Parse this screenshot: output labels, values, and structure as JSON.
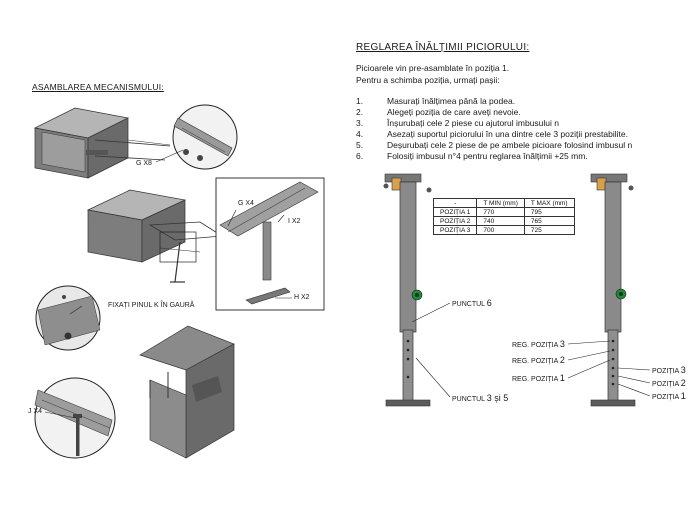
{
  "left": {
    "title": "ASAMBLAREA MECANISMULUI:",
    "callouts": {
      "g_x8": "G X8",
      "g_x4": "G X4",
      "i_x2": "I X2",
      "h_x2": "H X2",
      "pin": "FIXAȚI PINUL K ÎN GAURĂ",
      "j_x4": "J X4"
    }
  },
  "right": {
    "title": "REGLAREA ÎNĂLȚIMII PICIORULUI:",
    "intro": [
      "Picioarele vin pre-asamblate în poziția 1.",
      "Pentru a schimba poziția, urmați pașii:"
    ],
    "steps": [
      {
        "num": "1.",
        "text": "Masurați înălțimea până la podea."
      },
      {
        "num": "2.",
        "text": "Alegeți poziția de care aveți nevoie."
      },
      {
        "num": "3.",
        "text": "Înșurubați cele 2 piese cu ajutorul imbusului n"
      },
      {
        "num": "4.",
        "text": "Asezați suportul piciorului în una dintre cele 3 poziții prestabilite."
      },
      {
        "num": "5.",
        "text": "Deșurubați cele 2 piese de pe ambele picioare folosind imbusul n"
      },
      {
        "num": "6.",
        "text": "Folosiți imbusul n°4 pentru reglarea înălțimii +25 mm."
      }
    ],
    "table": {
      "headers": [
        "-",
        "T MIN (mm)",
        "T MAX (mm)"
      ],
      "rows": [
        [
          "POZIȚIA 1",
          "770",
          "795"
        ],
        [
          "POZIȚIA 2",
          "740",
          "765"
        ],
        [
          "POZIȚIA 3",
          "700",
          "725"
        ]
      ]
    },
    "labels": {
      "punct6_text": "PUNCTUL",
      "punct6_num": "6",
      "punct35_text": "PUNCTUL",
      "punct35_num": "3 și 5",
      "reg3_text": "REG. POZIȚIA",
      "reg3_num": "3",
      "reg2_text": "REG. POZIȚIA",
      "reg2_num": "2",
      "reg1_text": "REG. POZIȚIA",
      "reg1_num": "1",
      "poz3_text": "POZIȚIA",
      "poz3_num": "3",
      "poz2_text": "POZIȚIA",
      "poz2_num": "2",
      "poz1_text": "POZIȚIA",
      "poz1_num": "1"
    }
  },
  "colors": {
    "metal": "#8a8a8a",
    "metal_dark": "#5c5c5c",
    "box": "#7d7d7d",
    "accent_green": "#1f8a3a",
    "accent_orange": "#d9a04a"
  }
}
